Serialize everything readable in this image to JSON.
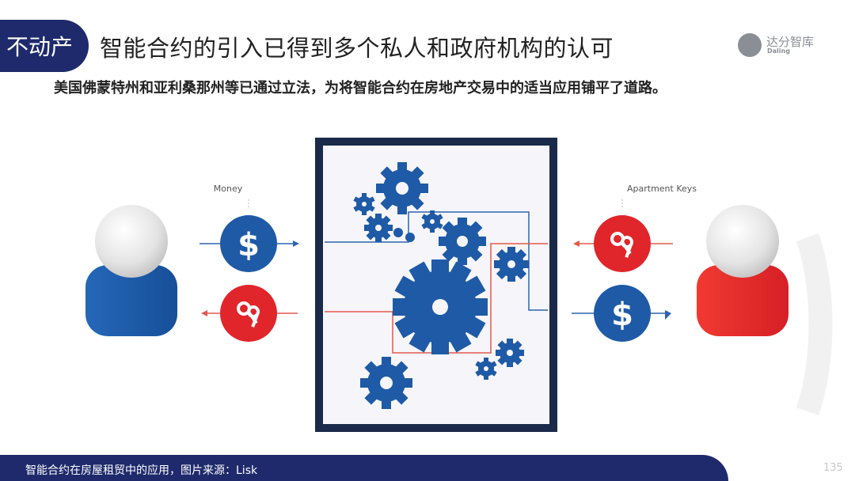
{
  "slide": {
    "tag": "不动产",
    "title": "智能合约的引入已得到多个私人和政府机构的认可",
    "subtitle": "美国佛蒙特州和亚利桑那州等已通过立法，为将智能合约在房地产交易中的适当应用铺平了道路。",
    "logo": {
      "main": "达分智库",
      "sub": "Daling"
    },
    "footer": "智能合约在房屋租贸中的应用，图片来源：Lisk",
    "page_number": "135"
  },
  "diagram": {
    "left_label": "Money",
    "right_label": "Apartment Keys",
    "colors": {
      "blue": "#1f5aa6",
      "red": "#e0262b",
      "navy": "#1b2a4a",
      "blue_line": "#2f63b0",
      "red_line": "#e2584d"
    }
  }
}
